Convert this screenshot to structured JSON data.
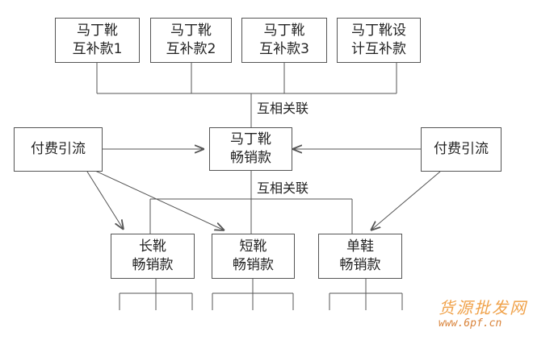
{
  "nodes": {
    "p1": {
      "line1": "马丁靴",
      "line2": "互补款1"
    },
    "p2": {
      "line1": "马丁靴",
      "line2": "互补款2"
    },
    "p3": {
      "line1": "马丁靴",
      "line2": "互补款3"
    },
    "p4": {
      "line1": "马丁靴设",
      "line2": "计互补款"
    },
    "center": {
      "line1": "马丁靴",
      "line2": "畅销款"
    },
    "left_traffic": {
      "line1": "付费引流"
    },
    "right_traffic": {
      "line1": "付费引流"
    },
    "s1": {
      "line1": "长靴",
      "line2": "畅销款"
    },
    "s2": {
      "line1": "短靴",
      "line2": "畅销款"
    },
    "s3": {
      "line1": "单鞋",
      "line2": "畅销款"
    }
  },
  "labels": {
    "top_relation": "互相关联",
    "bottom_relation": "互相关联"
  },
  "watermark": {
    "text": "货源批发网",
    "url": "www.6pf.cn"
  },
  "colors": {
    "line": "#555555",
    "watermark": "#f0a24a"
  }
}
